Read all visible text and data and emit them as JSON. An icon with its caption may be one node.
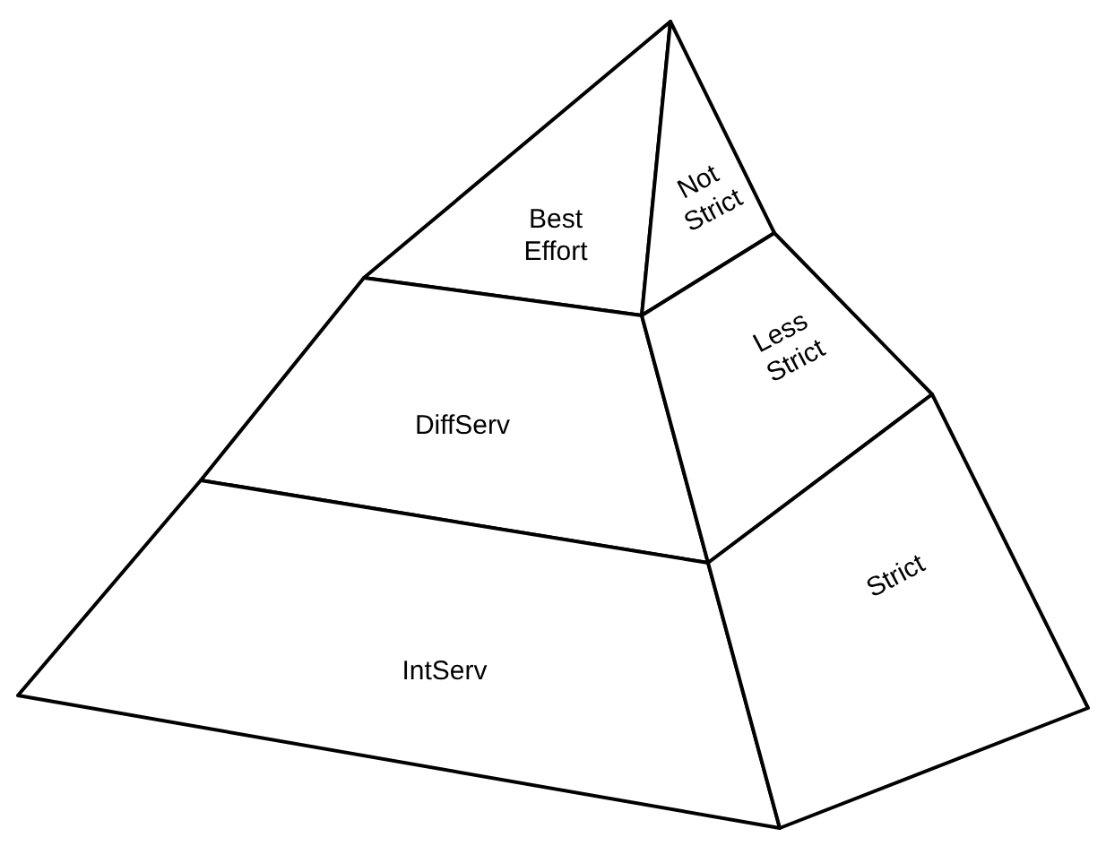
{
  "diagram": {
    "nodes": [
      {
        "text": [
          "Best Effort"
        ]
      },
      {
        "text": [
          "Not Strict"
        ]
      },
      {
        "text": [
          "DiffServ"
        ]
      },
      {
        "text": [
          "Less Strict"
        ]
      },
      {
        "text": [
          "IntServ"
        ]
      },
      {
        "text": [
          "Strict"
        ]
      }
    ],
    "edges": []
  }
}
